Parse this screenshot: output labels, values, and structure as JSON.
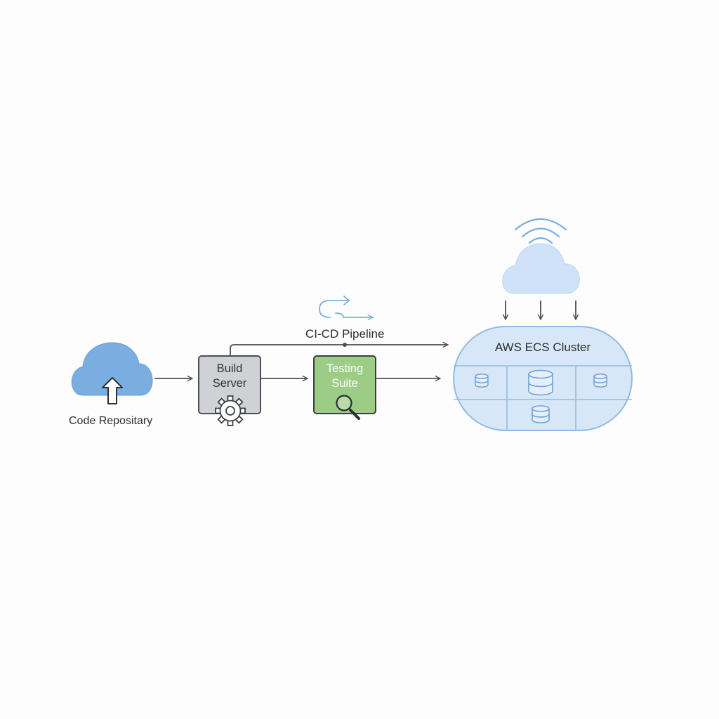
{
  "nodes": {
    "code_repository": {
      "label": "Code Repositary",
      "icon": "cloud-upload-icon"
    },
    "build_server": {
      "label": "Build Server",
      "icon": "gear-icon"
    },
    "testing_suite": {
      "label": "Testing Suite",
      "icon": "magnifier-icon"
    },
    "ecs_cluster": {
      "label": "AWS ECS Cluster",
      "icon": "database-icon"
    },
    "cloud": {
      "icon": "cloud-wifi-icon"
    }
  },
  "pipeline": {
    "label": "CI-CD Pipeline",
    "icon": "sync-arrows-icon"
  },
  "colors": {
    "repo_cloud": "#7aaee0",
    "build_fill": "#cfd1d4",
    "test_fill": "#9ccc86",
    "cluster_fill": "#d7e7f8",
    "cluster_stroke": "#8fbbe6",
    "arrow": "#4a4f55"
  }
}
